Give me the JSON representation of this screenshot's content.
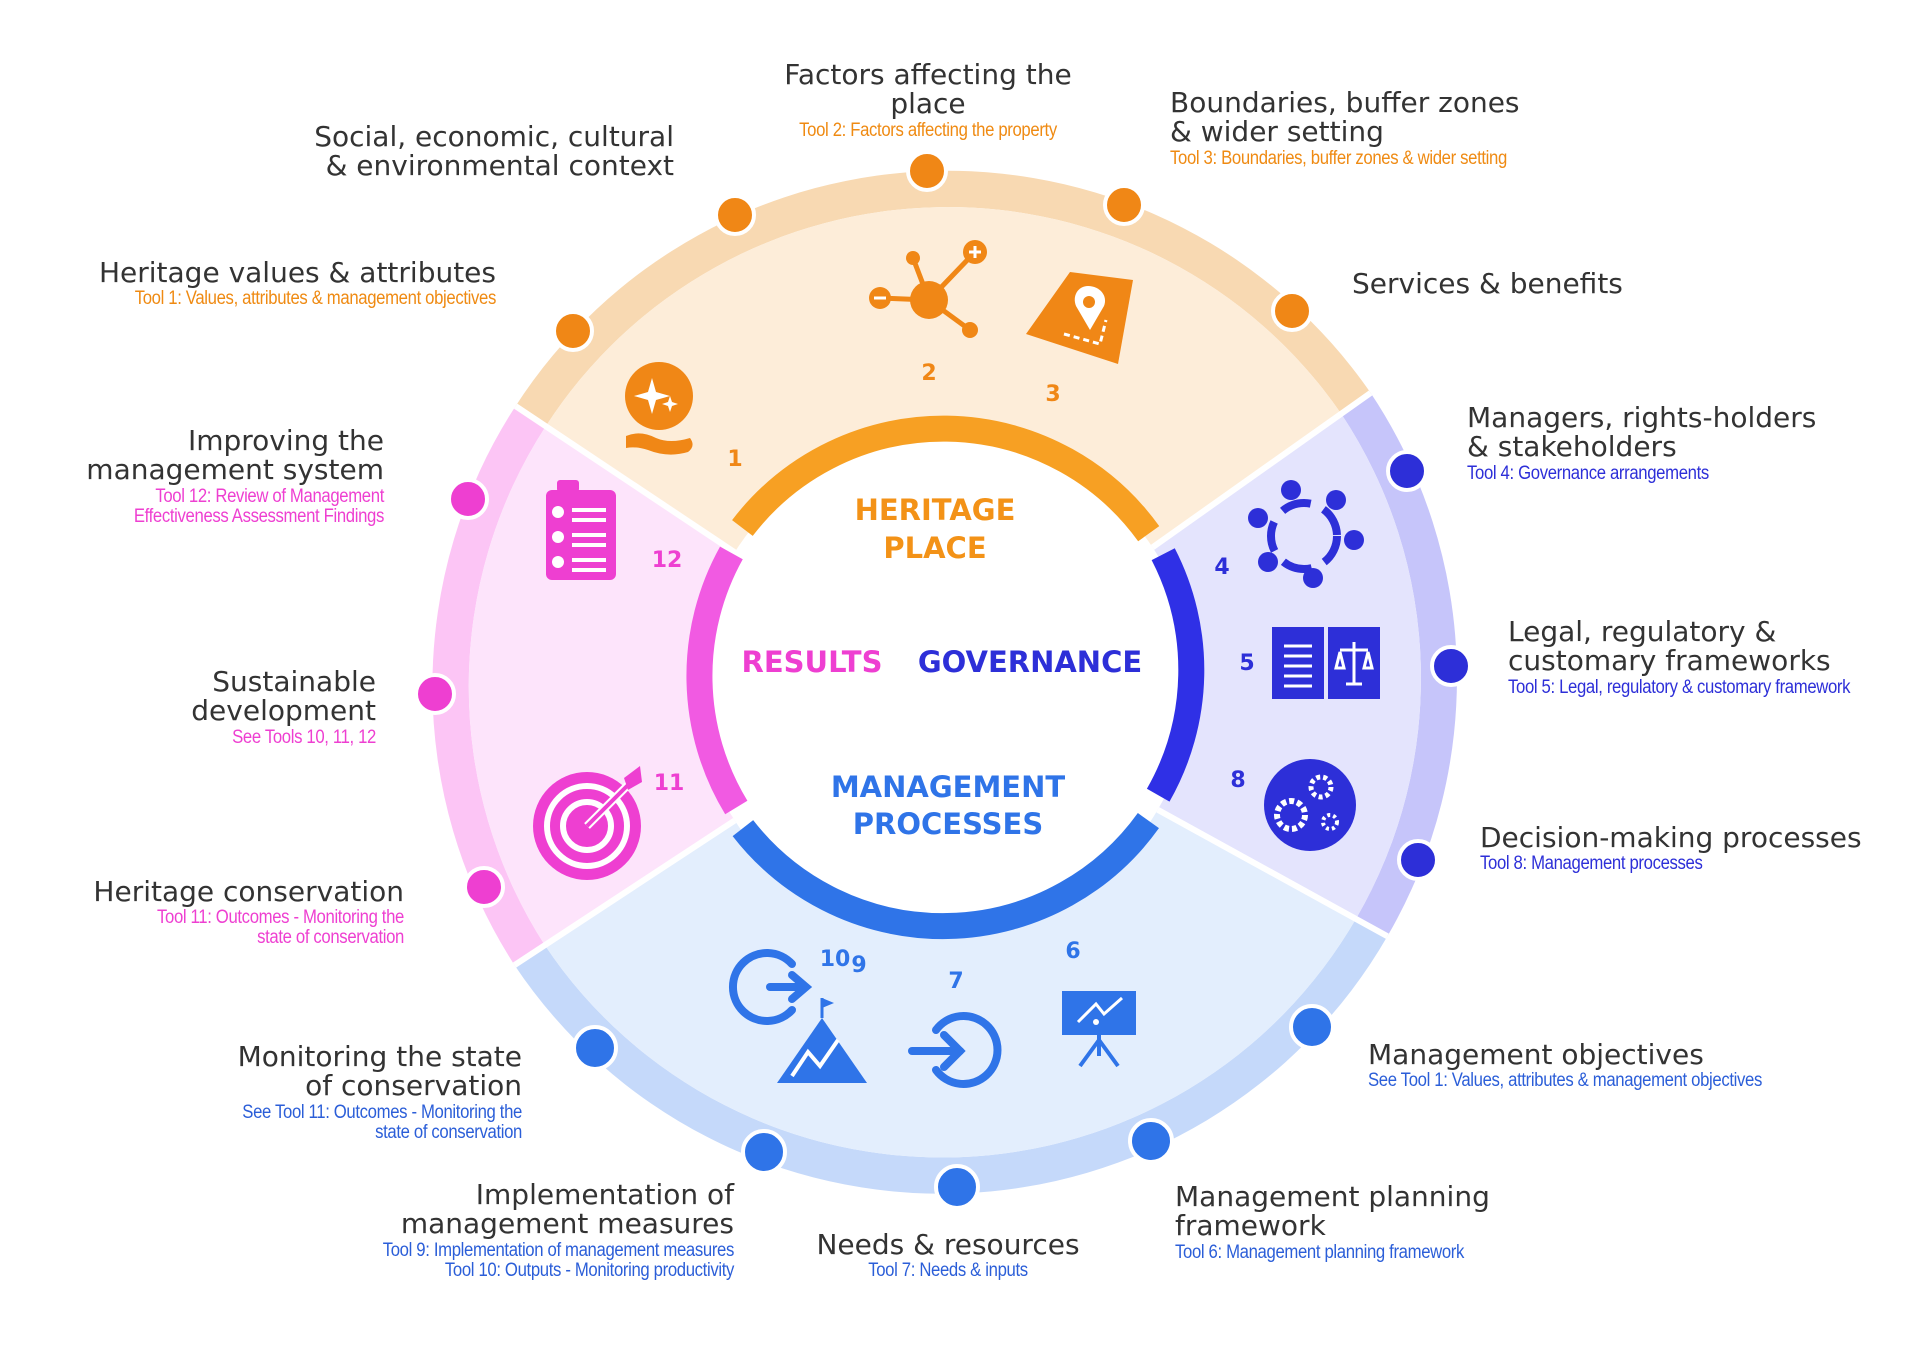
{
  "center": {
    "heritage_place": [
      "HERITAGE",
      "PLACE"
    ],
    "governance": "GOVERNANCE",
    "management_processes": [
      "MANAGEMENT",
      "PROCESSES"
    ],
    "results": "RESULTS"
  },
  "colors": {
    "heritage": "#f7a023",
    "governance": "#2f30e6",
    "management": "#2f74e8",
    "results": "#f15ae2"
  },
  "tool_numbers": [
    "1",
    "2",
    "3",
    "4",
    "5",
    "8",
    "6",
    "7",
    "10",
    "9",
    "11",
    "12"
  ],
  "icons": [
    "helping-hand-sparkle-icon",
    "network-plus-minus-icon",
    "map-location-icon",
    "people-circle-icon",
    "book-scales-icon",
    "gears-icon",
    "presentation-board-icon",
    "enter-arrow-icon",
    "exit-arrow-icon",
    "mountain-flag-icon",
    "target-arrow-icon",
    "checklist-icon"
  ],
  "labels": {
    "factors": {
      "title": "Factors affecting the place",
      "sub": "Tool  2: Factors affecting the property"
    },
    "boundaries": {
      "title": "Boundaries, buffer zones\n& wider setting",
      "sub": "Tool 3: Boundaries, buffer zones & wider setting"
    },
    "social": {
      "title": "Social, economic, cultural\n& environmental context",
      "sub": ""
    },
    "heritage_values": {
      "title": "Heritage values & attributes",
      "sub": "Tool 1: Values, attributes & management objectives"
    },
    "services": {
      "title": "Services & benefits",
      "sub": ""
    },
    "improving": {
      "title": "Improving the\nmanagement system",
      "sub": "Tool 12: Review of Management\nEffectiveness Assessment Findings"
    },
    "managers": {
      "title": "Managers, rights-holders\n& stakeholders",
      "sub": "Tool 4: Governance arrangements"
    },
    "legal": {
      "title": "Legal, regulatory &\ncustomary frameworks",
      "sub": "Tool 5: Legal, regulatory & customary framework"
    },
    "sustainable": {
      "title": "Sustainable development",
      "sub": "See Tools 10, 11, 12"
    },
    "decision": {
      "title": "Decision-making processes",
      "sub": "Tool 8: Management processes"
    },
    "conservation": {
      "title": "Heritage conservation",
      "sub": "Tool 11: Outcomes - Monitoring the\nstate of conservation"
    },
    "monitoring": {
      "title": "Monitoring the state\nof conservation",
      "sub": "See Tool 11: Outcomes - Monitoring the\nstate of conservation"
    },
    "objectives": {
      "title": "Management objectives",
      "sub": "See Tool 1: Values, attributes & management objectives"
    },
    "implementation": {
      "title": "Implementation of\nmanagement measures",
      "sub": "Tool 9: Implementation of management measures\nTool 10: Outputs - Monitoring productivity"
    },
    "needs": {
      "title": "Needs & resources",
      "sub": "Tool 7: Needs & inputs"
    },
    "planning": {
      "title": "Management planning\nframework",
      "sub": "Tool 6: Management planning framework"
    }
  }
}
